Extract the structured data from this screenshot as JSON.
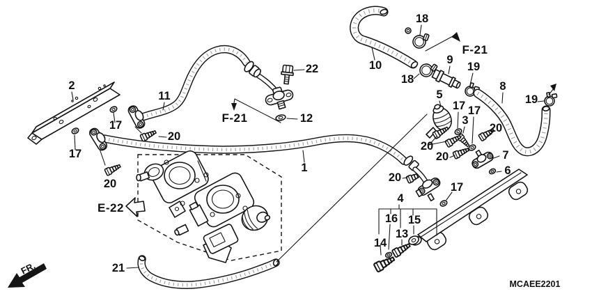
{
  "drawing": {
    "code": "MCAEE2201",
    "orientation_label": "FR.",
    "reference_tags": {
      "f21": "F-21",
      "e22": "E-22"
    },
    "part_numbers": {
      "1": "1",
      "2": "2",
      "3": "3",
      "4": "4",
      "5": "5",
      "6": "6",
      "7": "7",
      "8": "8",
      "9": "9",
      "10": "10",
      "11": "11",
      "12": "12",
      "13": "13",
      "14": "14",
      "15": "15",
      "16": "16",
      "17": "17",
      "18": "18",
      "19": "19",
      "20": "20",
      "21": "21",
      "22": "22"
    },
    "colors": {
      "ink": "#151515",
      "paper": "#ffffff"
    }
  }
}
